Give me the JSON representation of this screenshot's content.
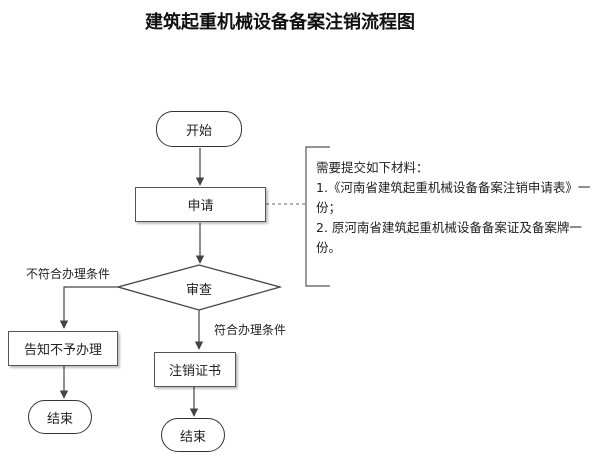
{
  "title": "建筑起重机械设备备案注销流程图",
  "nodes": {
    "start": "开始",
    "apply": "申请",
    "review": "审查",
    "notify": "告知不予办理",
    "cancel": "注销证书",
    "end_left": "结束",
    "end_right": "结束"
  },
  "edges": {
    "not_meet": "不符合办理条件",
    "meet": "符合办理条件"
  },
  "note": {
    "heading": "需要提交如下材料：",
    "item1": "1.《河南省建筑起重机械设备备案注销申请表》一份；",
    "item2": "2. 原河南省建筑起重机械设备备案证及备案牌一份。"
  }
}
